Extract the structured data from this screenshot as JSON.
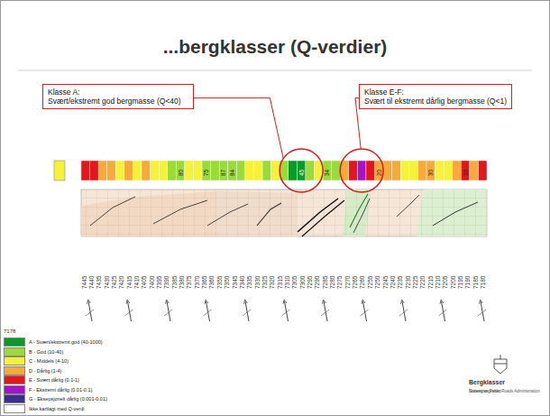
{
  "diagram": {
    "title": "...bergklasser (Q-verdier)",
    "nodes": [
      {
        "text": [
          "Klasse A:",
          "Svært/ekstremt god bergmasse (Q<40)"
        ]
      },
      {
        "text": [
          "Klasse E-F:",
          "Svært til ekstremt dårlig bergmasse (Q<1)"
        ]
      }
    ],
    "labels": [
      "80",
      "75",
      "87",
      "84",
      "45",
      "34",
      "20",
      "30",
      "10",
      "7445",
      "7440",
      "7435",
      "7430",
      "7425",
      "7420",
      "7415",
      "7410",
      "7405",
      "7400",
      "7395",
      "7390",
      "7385",
      "7380",
      "7375",
      "7370",
      "7365",
      "7360",
      "7355",
      "7350",
      "7345",
      "7340",
      "7335",
      "7330",
      "7325",
      "7320",
      "7315",
      "7310",
      "7305",
      "7300",
      "7295",
      "7290",
      "7285",
      "7280",
      "7275",
      "7270",
      "7265",
      "7260",
      "7255",
      "7250",
      "7245",
      "7240",
      "7235",
      "7230",
      "7225",
      "7220",
      "7215",
      "7210",
      "7205",
      "7200",
      "7195",
      "7190",
      "7185",
      "7180",
      "7178",
      "Bergklasser",
      "Statens vegvesen",
      "Norwegian Public Roads Administration"
    ],
    "legend": [
      {
        "text": "A - Svært/ekstremt god (40-1000)",
        "color": "#0a9a2a"
      },
      {
        "text": "B - God (10-40)",
        "color": "#9ada3a"
      },
      {
        "text": "C - Middels (4-10)",
        "color": "#f6f23a"
      },
      {
        "text": "D - Dårlig (1-4)",
        "color": "#f7a93a"
      },
      {
        "text": "E - Svært dårlig (0.1-1)",
        "color": "#e3161c"
      },
      {
        "text": "F - Ekstremt dårlig (0.01-0.1)",
        "color": "#a413c8"
      },
      {
        "text": "G - Eksepsjonelt dårlig (0.001-0.01)",
        "color": "#3a2f8f"
      },
      {
        "text": "Ikke kartlagt med Q-verdi",
        "color": "#ffffff"
      }
    ]
  }
}
